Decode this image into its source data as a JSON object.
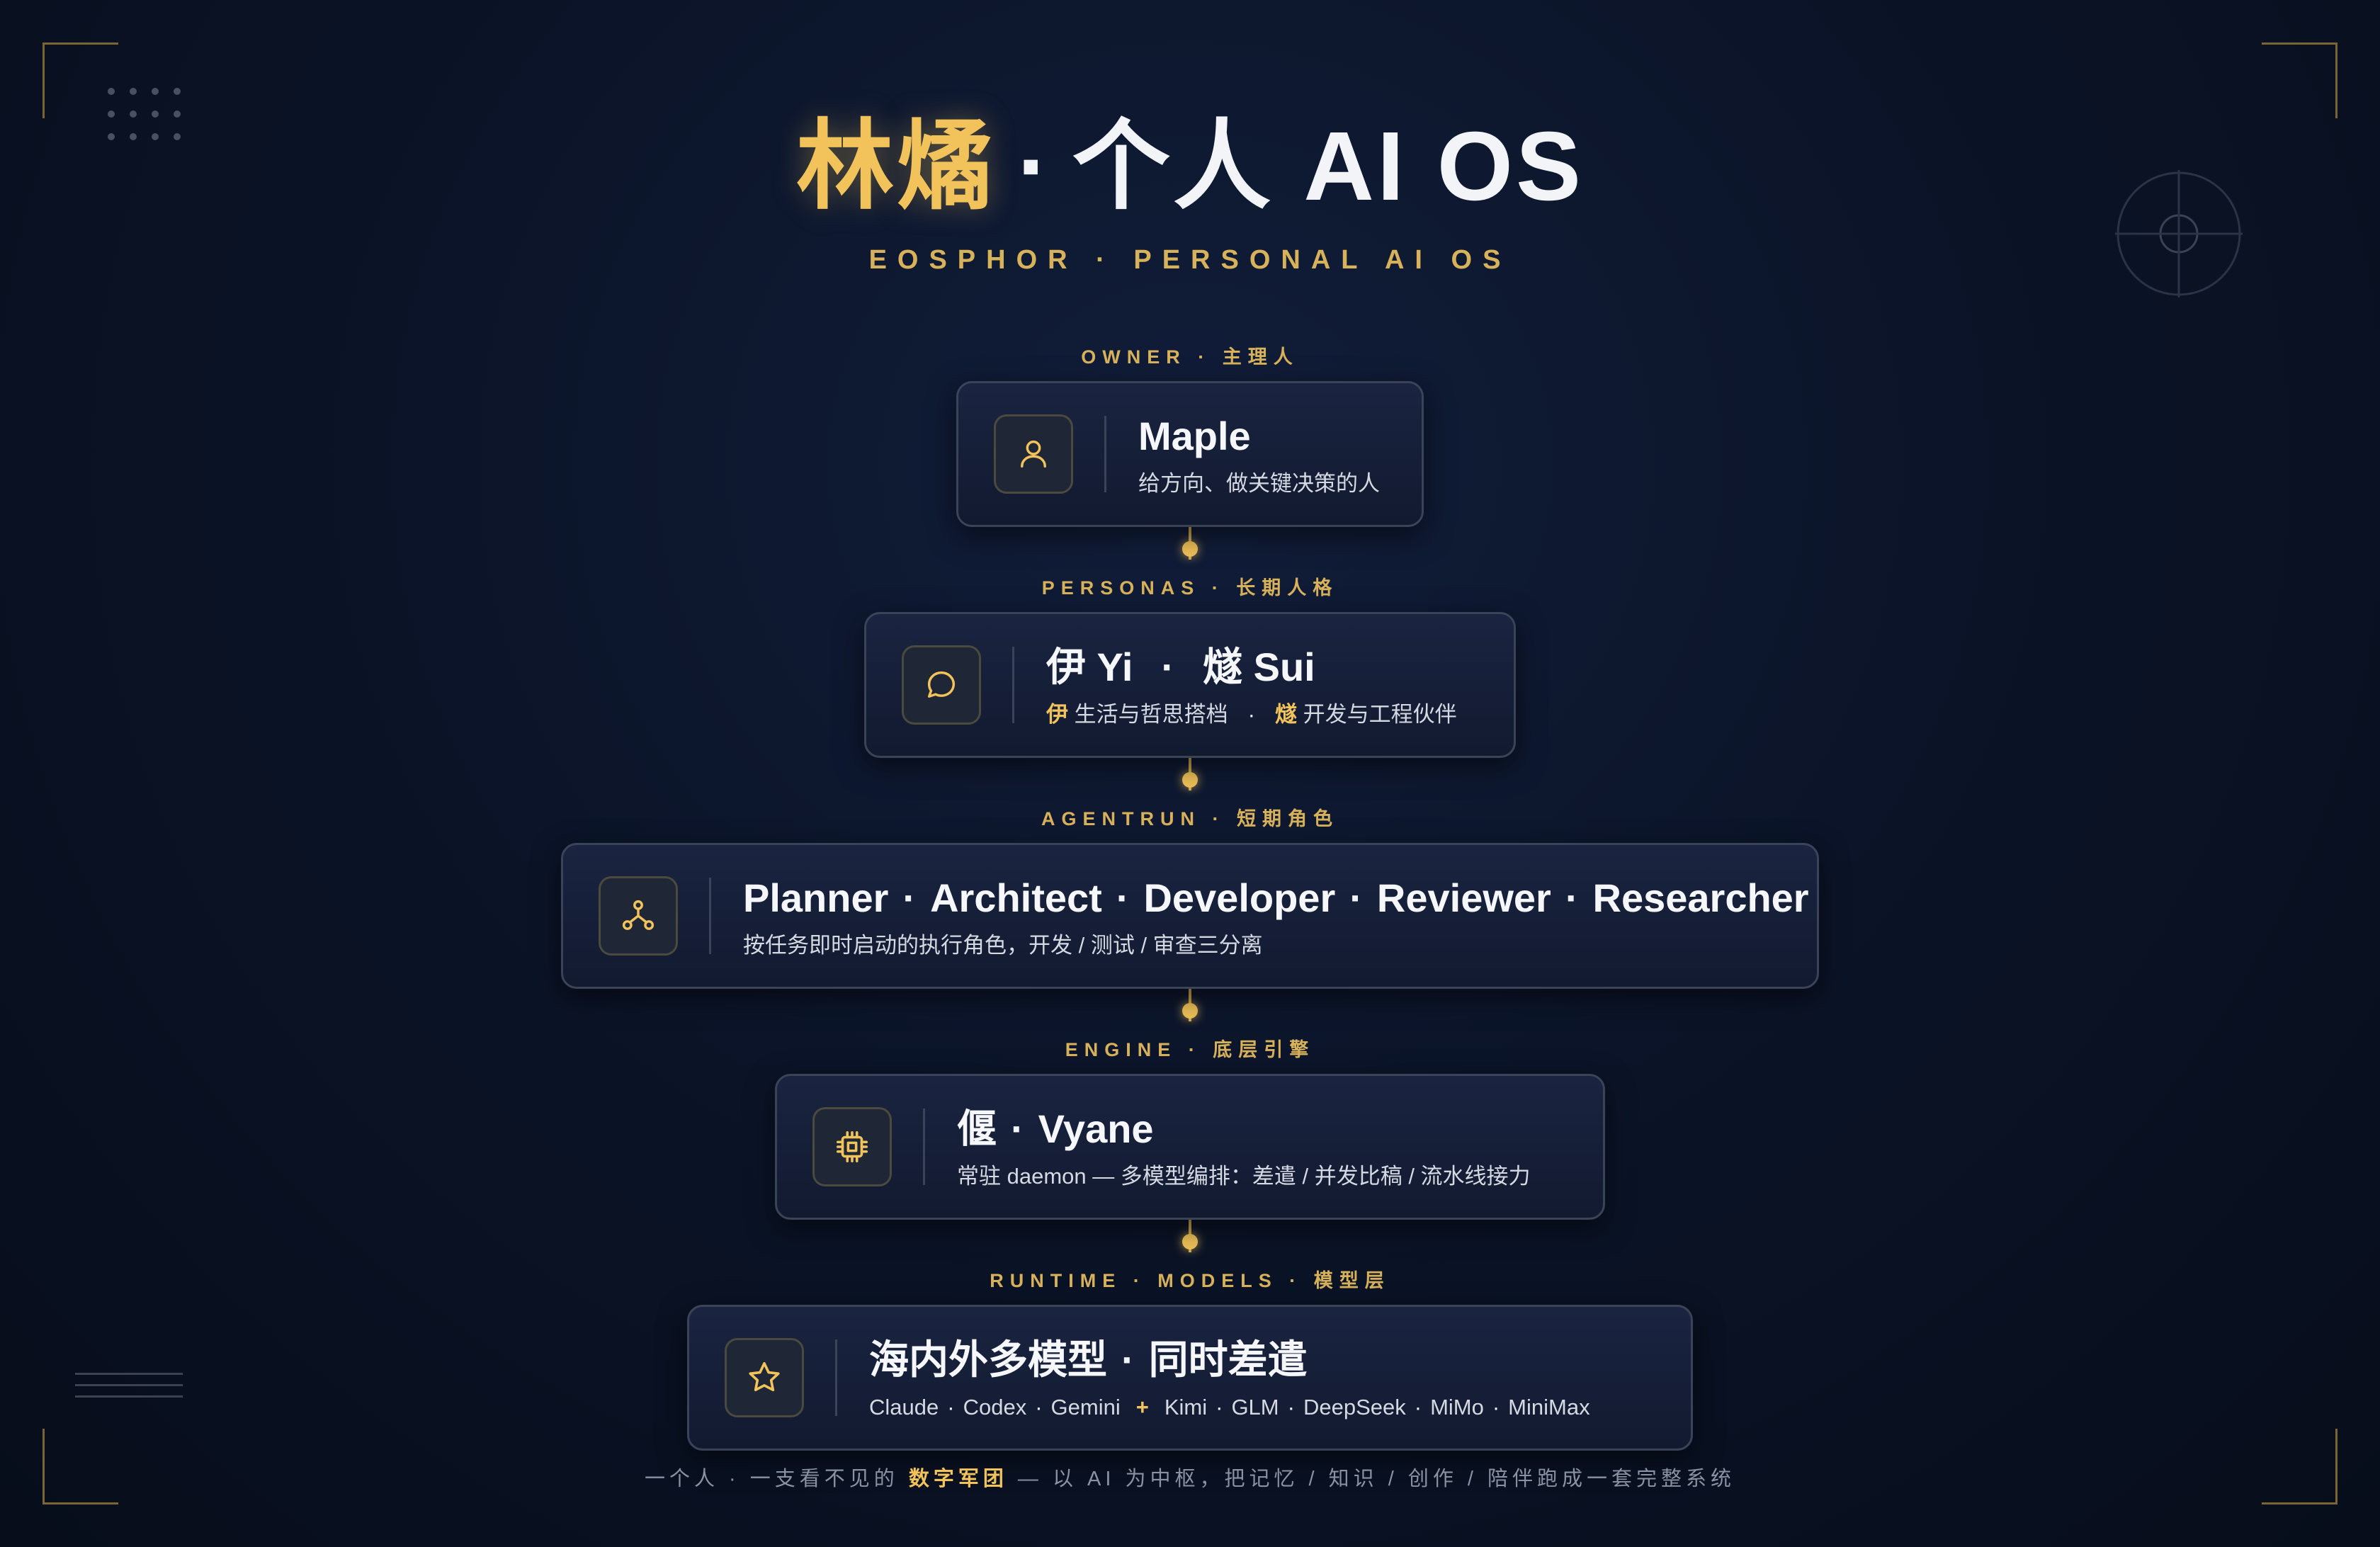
{
  "title": {
    "gold": "林燏",
    "dot": "·",
    "rest": "个人 AI OS"
  },
  "subtitle": "EOSPHOR · PERSONAL AI OS",
  "layers": [
    {
      "label": "OWNER · 主理人",
      "icon": "user-icon",
      "title": "Maple",
      "desc": "给方向、做关键决策的人"
    },
    {
      "label": "PERSONAS · 长期人格",
      "icon": "chat-bubble-icon",
      "title_a": "伊 Yi",
      "title_sep": "·",
      "title_b": "燧 Sui",
      "desc_a_mark": "伊",
      "desc_a": "生活与哲思搭档",
      "desc_sep": "·",
      "desc_b_mark": "燧",
      "desc_b": "开发与工程伙伴"
    },
    {
      "label": "AGENTRUN · 短期角色",
      "icon": "network-nodes-icon",
      "roles": [
        "Planner",
        "Architect",
        "Developer",
        "Reviewer",
        "Researcher"
      ],
      "sep": "·",
      "desc": "按任务即时启动的执行角色，开发 / 测试 / 审查三分离"
    },
    {
      "label": "ENGINE · 底层引擎",
      "icon": "cpu-chip-icon",
      "title_a": "偃",
      "title_sep": "·",
      "title_b": "Vyane",
      "desc": "常驻 daemon — 多模型编排：差遣 / 并发比稿 / 流水线接力"
    },
    {
      "label": "RUNTIME · MODELS · 模型层",
      "icon": "star-icon",
      "title_a": "海内外多模型",
      "title_sep": "·",
      "title_b": "同时差遣",
      "models_overseas": [
        "Claude",
        "Codex",
        "Gemini"
      ],
      "plus": "+",
      "models_domestic": [
        "Kimi",
        "GLM",
        "DeepSeek",
        "MiMo",
        "MiniMax"
      ],
      "sep": "·"
    }
  ],
  "footer": {
    "pre": "一个人 · 一支看不见的",
    "highlight": "数字军团",
    "post": "— 以 AI 为中枢，把记忆 / 知识 / 创作 / 陪伴跑成一套完整系统"
  },
  "colors": {
    "gold": "#f1c35a",
    "background": "#0b1428",
    "card": "#161f38",
    "border": "#3a4358"
  }
}
